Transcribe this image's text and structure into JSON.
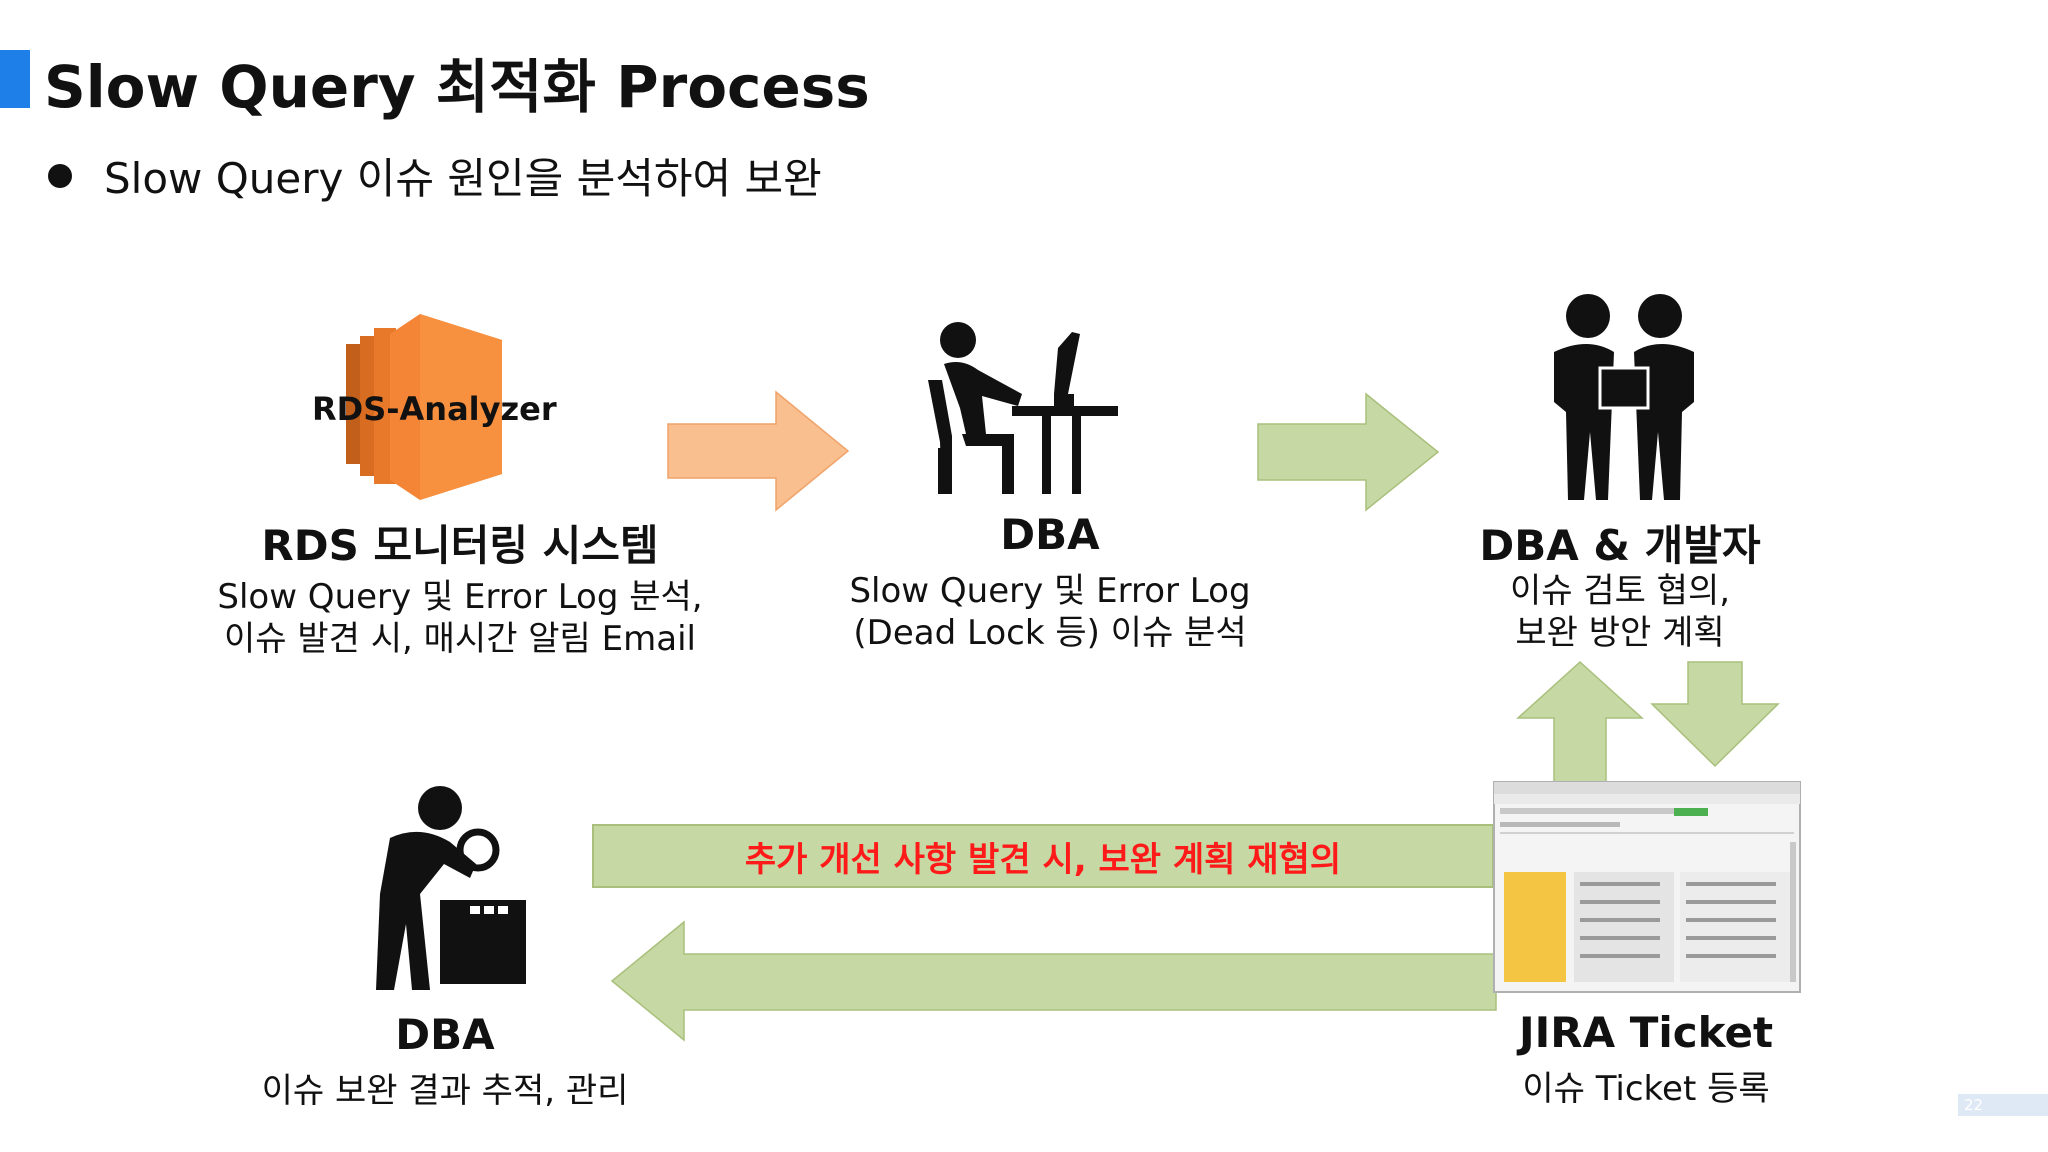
{
  "header": {
    "title": "Slow Query 최적화 Process",
    "bullet": "Slow Query 이슈 원인을 분석하여 보완"
  },
  "nodes": {
    "rds": {
      "logo_text": "RDS-Analyzer",
      "title": "RDS 모니터링 시스템",
      "desc1": "Slow Query 및 Error Log 분석,",
      "desc2": "이슈 발견 시, 매시간 알림 Email"
    },
    "dba_analysis": {
      "title": "DBA",
      "desc1": "Slow Query 및 Error Log",
      "desc2": "(Dead Lock 등) 이슈 분석"
    },
    "dba_dev": {
      "title": "DBA & 개발자",
      "desc1": "이슈 검토 협의,",
      "desc2": "보완 방안 계획"
    },
    "jira": {
      "title": "JIRA Ticket",
      "desc1": "이슈 Ticket 등록"
    },
    "dba_track": {
      "title": "DBA",
      "desc1": "이슈 보완 결과 추적, 관리"
    }
  },
  "banner": {
    "text": "추가 개선 사항 발견 시, 보완 계획 재협의"
  },
  "footer": {
    "page_number": "22"
  },
  "colors": {
    "accent": "#1e7fe8",
    "arrow_orange": "#f9bf8f",
    "arrow_green": "#c6d8a3",
    "banner_text": "#ff1a1a",
    "aws_orange": "#f58536"
  },
  "icons": [
    "rds-analyzer-icon",
    "dba-at-desk-icon",
    "handshake-people-icon",
    "jira-screenshot-icon",
    "dba-inspecting-icon"
  ]
}
